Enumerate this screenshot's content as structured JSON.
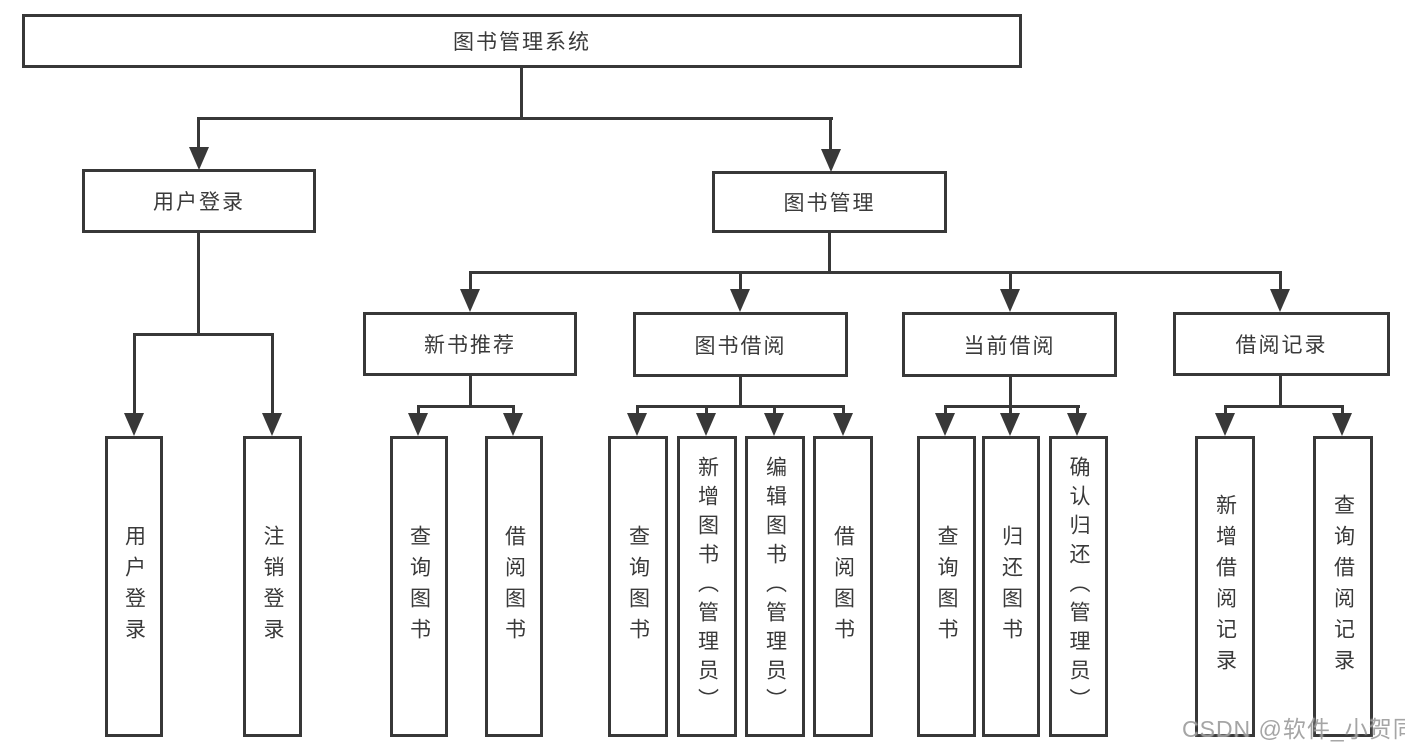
{
  "root": {
    "label": "图书管理系统"
  },
  "branches": {
    "userLogin": {
      "label": "用户登录",
      "leaves": [
        "用户登录",
        "注销登录"
      ]
    },
    "bookManagement": {
      "label": "图书管理",
      "sections": {
        "newBooks": {
          "label": "新书推荐",
          "leaves": [
            "查询图书",
            "借阅图书"
          ]
        },
        "borrow": {
          "label": "图书借阅",
          "leaves": [
            "查询图书",
            "新增图书（管理员）",
            "编辑图书（管理员）",
            "借阅图书"
          ]
        },
        "current": {
          "label": "当前借阅",
          "leaves": [
            "查询图书",
            "归还图书",
            "确认归还（管理员）"
          ]
        },
        "records": {
          "label": "借阅记录",
          "leaves": [
            "新增借阅记录",
            "查询借阅记录"
          ]
        }
      }
    }
  },
  "watermark": "CSDN @软件_小贺同学",
  "colors": {
    "line": "#383838",
    "text": "#3a3a3a",
    "background": "#ffffff",
    "watermark": "#9e9e9e"
  }
}
